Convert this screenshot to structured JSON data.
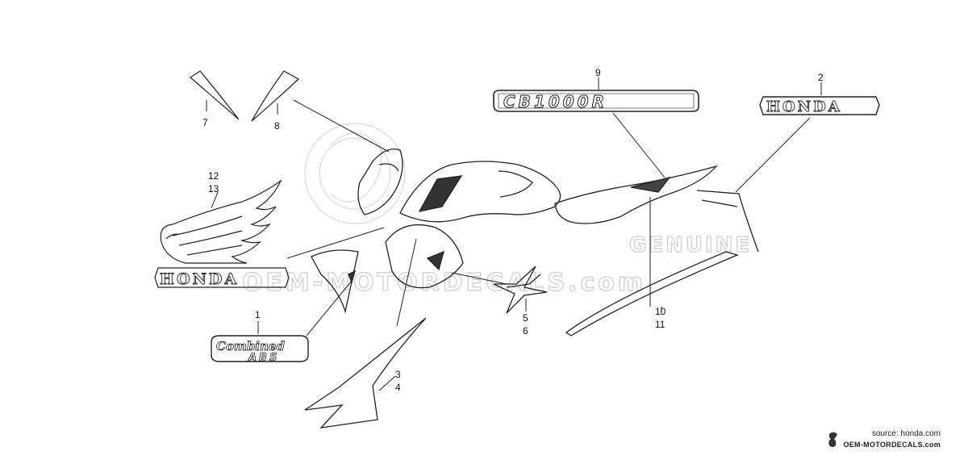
{
  "watermark": {
    "brand": "GENUINE",
    "site": "OEM-MOTORDECALS.com"
  },
  "decals": {
    "combined_abs_line1": "Combined",
    "combined_abs_line2": "ABS",
    "cb_model": "CB1000R",
    "honda_wordmark_wing": "HONDA",
    "honda_wordmark_tail": "HONDA"
  },
  "callouts": [
    {
      "id": "c1",
      "label": "1"
    },
    {
      "id": "c2",
      "label": "2"
    },
    {
      "id": "c3",
      "label": "3"
    },
    {
      "id": "c4",
      "label": "4"
    },
    {
      "id": "c5",
      "label": "5"
    },
    {
      "id": "c6",
      "label": "6"
    },
    {
      "id": "c7",
      "label": "7"
    },
    {
      "id": "c8",
      "label": "8"
    },
    {
      "id": "c9",
      "label": "9"
    },
    {
      "id": "c10",
      "label": "10"
    },
    {
      "id": "c11",
      "label": "11"
    },
    {
      "id": "c12",
      "label": "12"
    },
    {
      "id": "c13",
      "label": "13"
    }
  ],
  "footer": {
    "source": "source: honda.com",
    "logo_text": "OEM-MOTORDECALS.com"
  }
}
